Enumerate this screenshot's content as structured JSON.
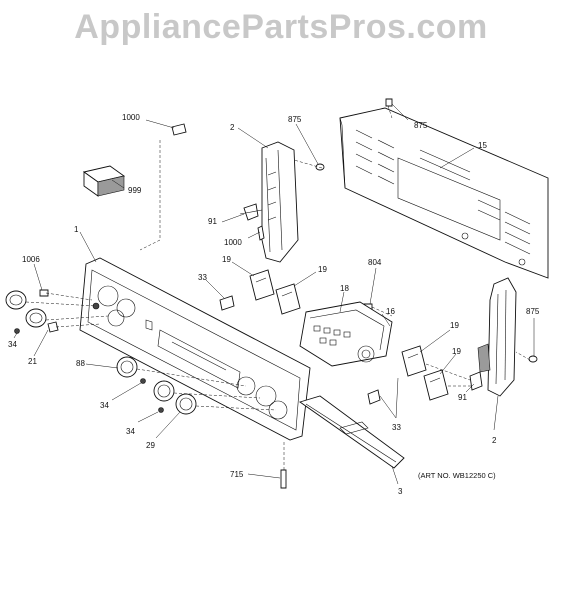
{
  "watermark": "AppliancePartsPros.com",
  "art_number": "(ART NO. WB12250 C)",
  "callouts": {
    "c1000_top": "1000",
    "c2_top": "2",
    "c875_top": "875",
    "c875_upper_right": "875",
    "c15": "15",
    "c999": "999",
    "c91_top": "91",
    "c1000_mid": "1000",
    "c1": "1",
    "c1006": "1006",
    "c19_a": "19",
    "c19_b": "19",
    "c804": "804",
    "c33_top": "33",
    "c18": "18",
    "c16": "16",
    "c34_a": "34",
    "c21": "21",
    "c88": "88",
    "c19_c": "19",
    "c19_d": "19",
    "c875_right": "875",
    "c34_b": "34",
    "c91_right": "91",
    "c34_c": "34",
    "c33_bottom": "33",
    "c29": "29",
    "c2_bottom": "2",
    "c715": "715",
    "c3": "3"
  }
}
